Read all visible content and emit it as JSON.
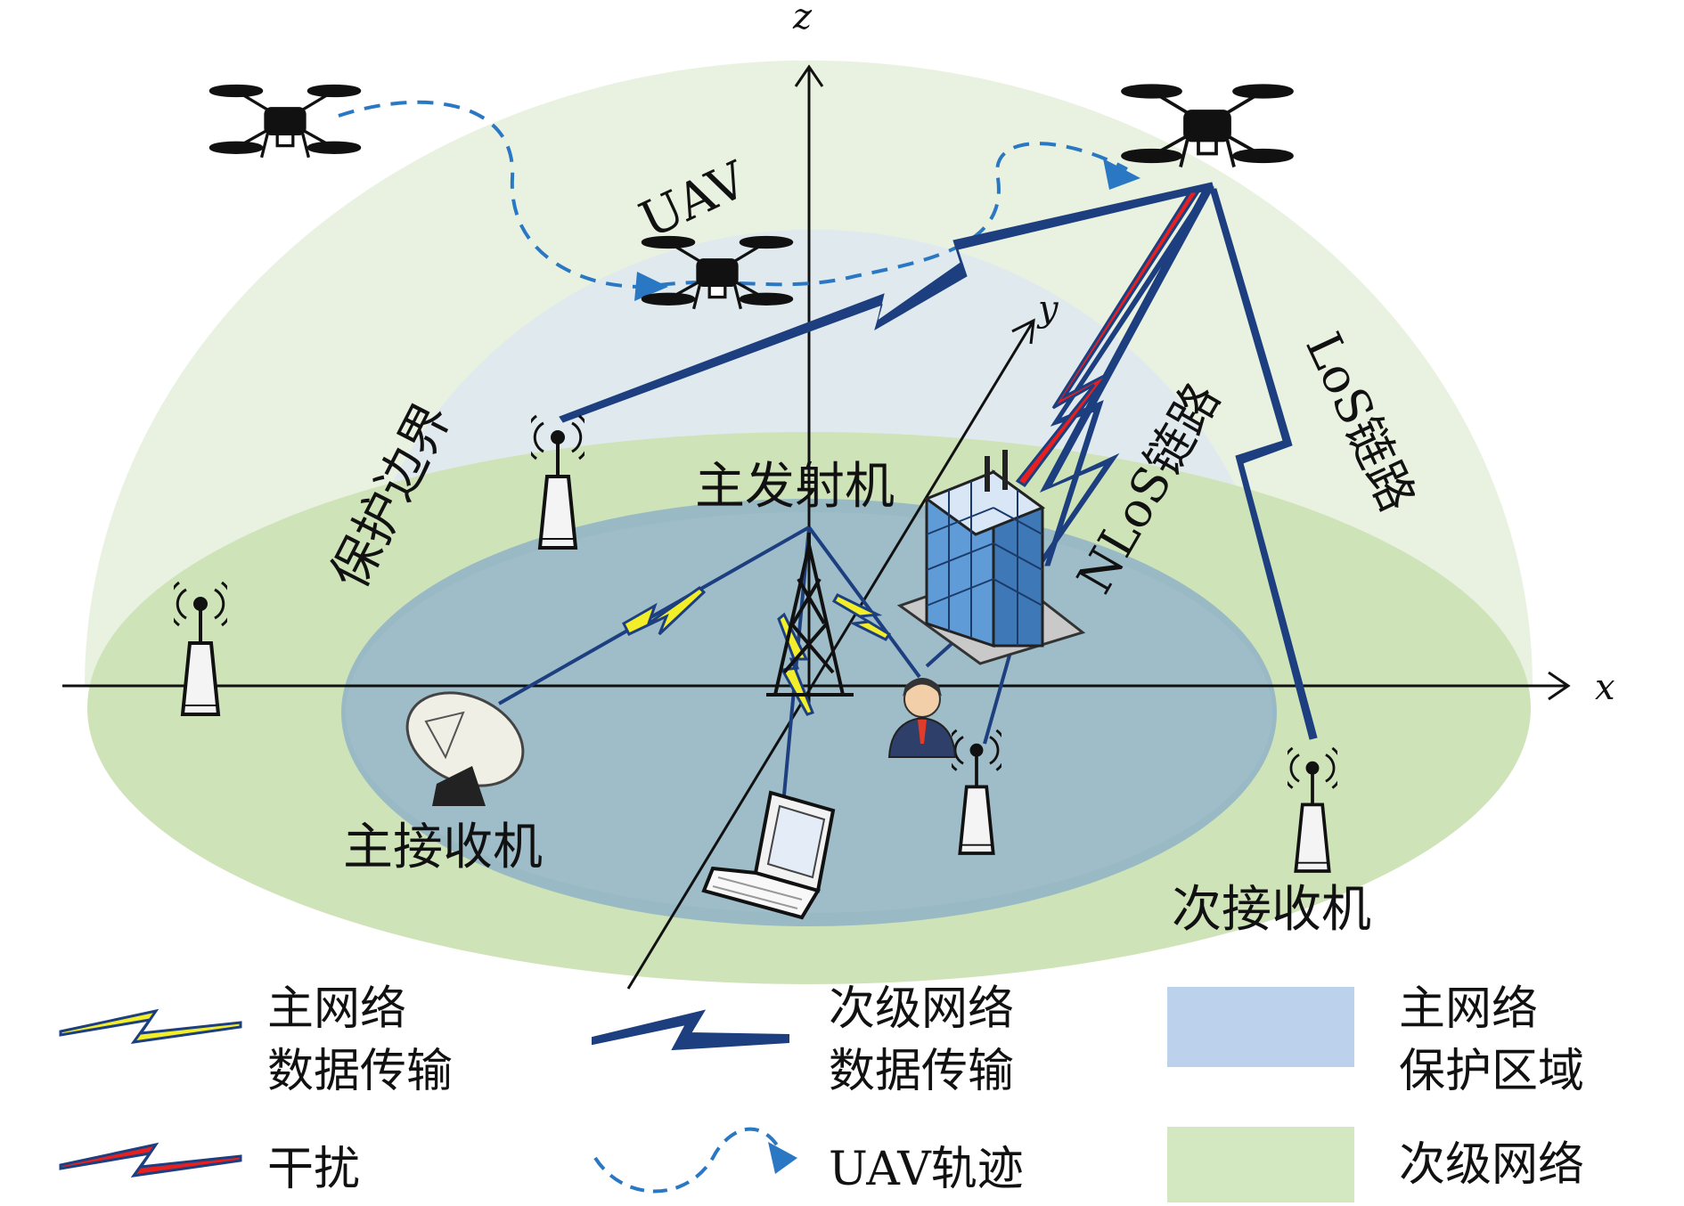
{
  "axes": {
    "x": "x",
    "y": "y",
    "z": "z"
  },
  "labels": {
    "uav": "UAV",
    "boundary": "保护边界",
    "primary_tx": "主发射机",
    "primary_rx": "主接收机",
    "secondary_rx": "次接收机",
    "nlos": "NLoS链路",
    "los": "LoS链路"
  },
  "legend": {
    "primary_data_line1": "主网络",
    "primary_data_line2": "数据传输",
    "secondary_data_line1": "次级网络",
    "secondary_data_line2": "数据传输",
    "protect_zone_line1": "主网络",
    "protect_zone_line2": "保护区域",
    "interference": "干扰",
    "uav_track": "UAV轨迹",
    "secondary_network": "次级网络"
  },
  "colors": {
    "dome_outer": "#e8f1de",
    "dome_inner": "#dfe9ee",
    "ground_green": "#cfe3b8",
    "protect_zone": "#8fb3c7",
    "protect_legend": "#bcd1ec",
    "secondary_legend": "#d3e8c0",
    "link_dark": "#1d3f80",
    "link_yellow": "#f2ee2a",
    "link_red": "#e81f1f",
    "track_blue": "#2a78c4"
  }
}
